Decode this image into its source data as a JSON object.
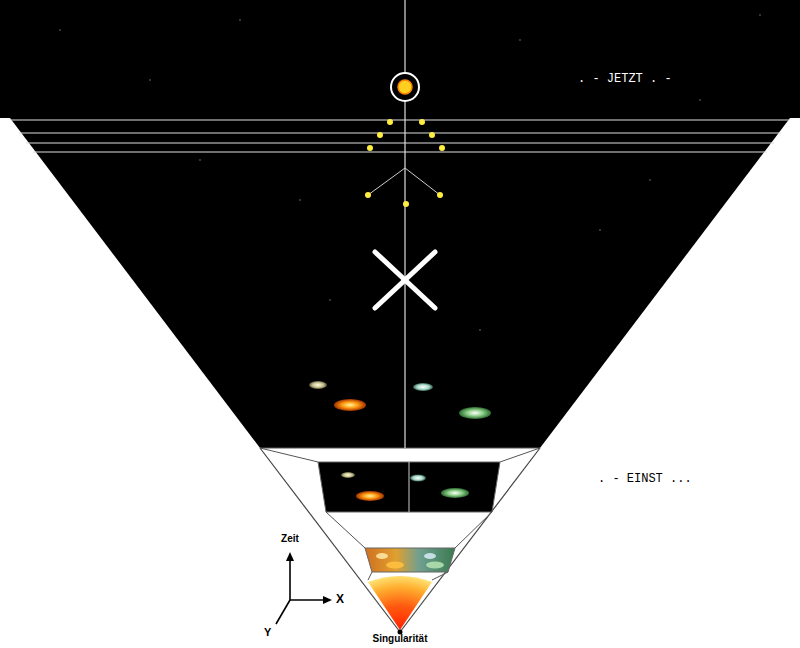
{
  "diagram": {
    "labels": [
      ". - JETZT . -",
      ". - EINST ...",
      "Zeit",
      "X",
      "Y",
      "Singularität"
    ]
  }
}
